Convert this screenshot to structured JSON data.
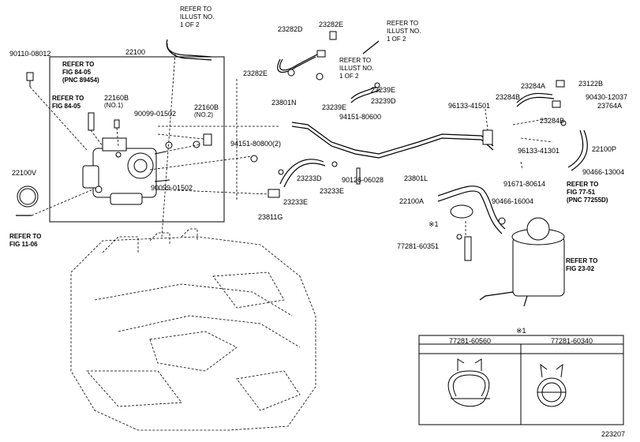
{
  "diagram_id": "223207",
  "note_marker": "※1",
  "labels": {
    "p_90110_08012": "90110-08012",
    "p_22100": "22100",
    "ref_fig_84_05_a": [
      "REFER TO",
      "FIG 84-05",
      "(PNC 89454)"
    ],
    "ref_fig_84_05_b": [
      "REFER TO",
      "FIG 84-05"
    ],
    "p_22160b_1": [
      "22160B",
      "(NO.1)"
    ],
    "p_22160b_2": [
      "22160B",
      "(NO.2)"
    ],
    "p_90099_01502_a": "90099-01502",
    "p_90099_01502_b": "90099-01502",
    "p_22100v": "22100V",
    "ref_fig_11_06": [
      "REFER TO",
      "FIG 11-06"
    ],
    "ref_illust_1": [
      "REFER TO",
      "ILLUST NO.",
      "1 OF 2"
    ],
    "ref_illust_2": [
      "REFER TO",
      "ILLUST NO.",
      "1 OF 2"
    ],
    "ref_illust_3": [
      "REFER TO",
      "ILLUST NO.",
      "1 OF 2"
    ],
    "p_23282d": "23282D",
    "p_23282e_top": "23282E",
    "p_23282e_left": "23282E",
    "p_23239e_a": "23239E",
    "p_23239e_b": "23239E",
    "p_23239d": "23239D",
    "p_23801n": "23801N",
    "p_94151_80600": "94151-80600",
    "p_94151_80800": "94151-80800(2)",
    "p_23233d": "23233D",
    "p_23233e_a": "23233E",
    "p_23233e_b": "23233E",
    "p_23811g": "23811G",
    "p_90126_06028": "90126-06028",
    "p_23801l": "23801L",
    "p_23284a": "23284A",
    "p_23122b": "23122B",
    "p_90430_12037": "90430-12037",
    "p_23284b_a": "23284B",
    "p_23764a": "23764A",
    "p_96133_41501": "96133-41501",
    "p_23284b_b": "23284B",
    "p_96133_41301": "96133-41301",
    "p_22100p": "22100P",
    "p_90466_13004": "90466-13004",
    "p_91671_80614": "91671-80614",
    "ref_fig_77_51": [
      "REFER TO",
      "FIG 77-51",
      "(PNC 77255D)"
    ],
    "p_22100a": "22100A",
    "p_90466_16004": "90466-16004",
    "note_1": "※1",
    "p_77281_60351": "77281-60351",
    "ref_fig_23_02": [
      "REFER TO",
      "FIG 23-02"
    ],
    "inset_header_left": "77281-60560",
    "inset_header_right": "77281-60340",
    "inset_note": "※1"
  }
}
